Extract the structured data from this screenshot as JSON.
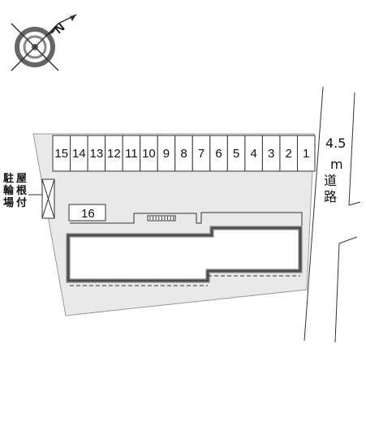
{
  "compass": {
    "symbol": "N",
    "icon": "compass-rose-icon"
  },
  "parking": {
    "spaces": [
      "15",
      "14",
      "13",
      "12",
      "11",
      "10",
      "9",
      "8",
      "7",
      "6",
      "5",
      "4",
      "3",
      "2",
      "1"
    ],
    "extra_space": "16"
  },
  "bicycle_parking": {
    "label_chars": [
      "駐",
      "屋",
      "輪",
      "根",
      "場",
      "付"
    ]
  },
  "road": {
    "width_value": "4.5",
    "width_unit": "m",
    "name_chars": [
      "道",
      "路"
    ]
  },
  "colors": {
    "lot_fill": "#e9e9e9",
    "building_outline": "#777777",
    "line": "#333333",
    "background": "#ffffff"
  }
}
